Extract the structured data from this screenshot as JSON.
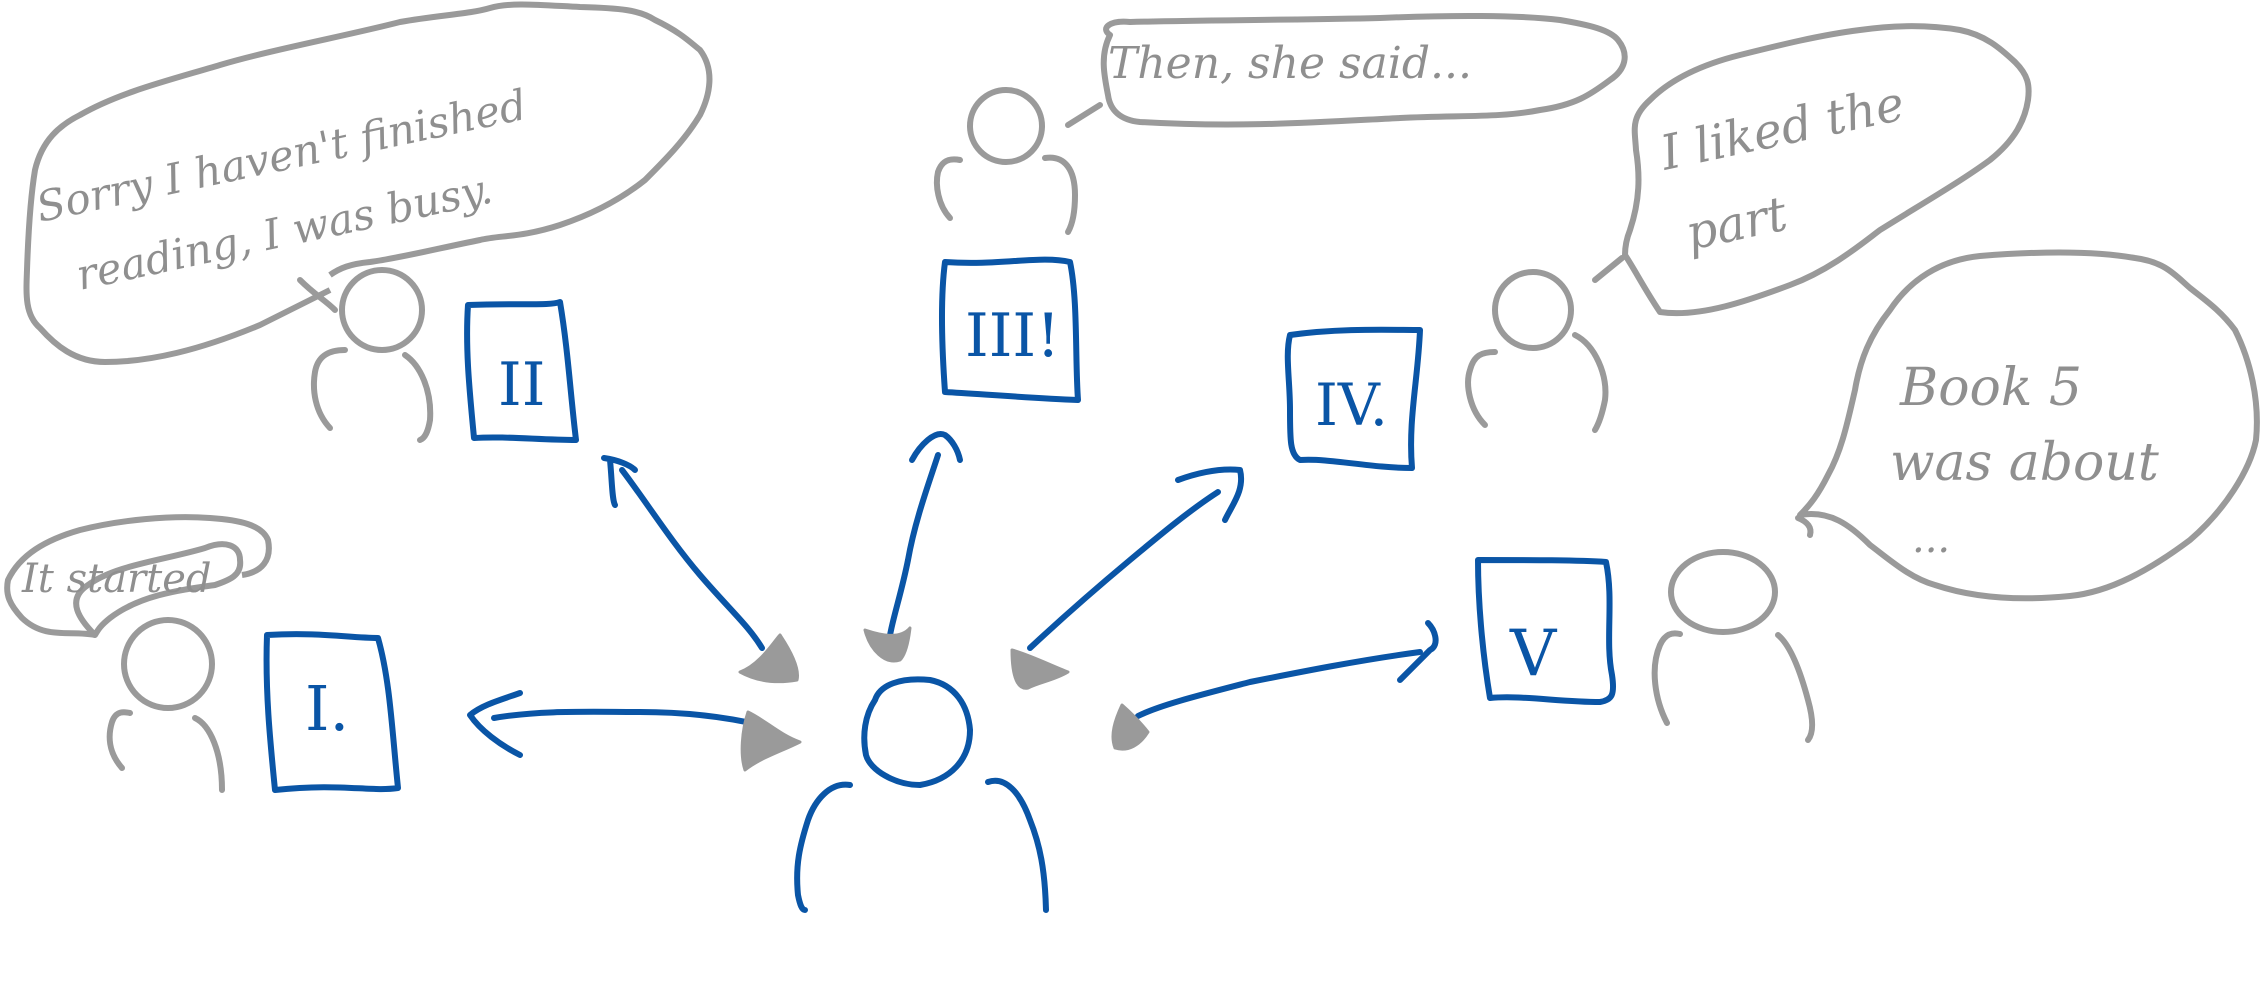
{
  "speech": {
    "reader_1": "It started",
    "reader_2": "Sorry I haven't finished reading, I was busy.",
    "reader_2_line1": "Sorry I haven't finished",
    "reader_2_line2": "reading, I was busy.",
    "reader_3": "Then, she said...",
    "reader_4": "I liked the part",
    "reader_4_line1": "I liked the",
    "reader_4_line2": "part",
    "reader_5": "Book 5 was about ...",
    "reader_5_line1": "Book 5",
    "reader_5_line2": "was about",
    "reader_5_line3": "..."
  },
  "books": {
    "book_1": "I.",
    "book_2": "II",
    "book_3": "III!",
    "book_4": "IV.",
    "book_5": "V"
  },
  "colors": {
    "center_person": "#0a55a6",
    "readers": "#9a9a9a",
    "books": "#0a55a6"
  }
}
